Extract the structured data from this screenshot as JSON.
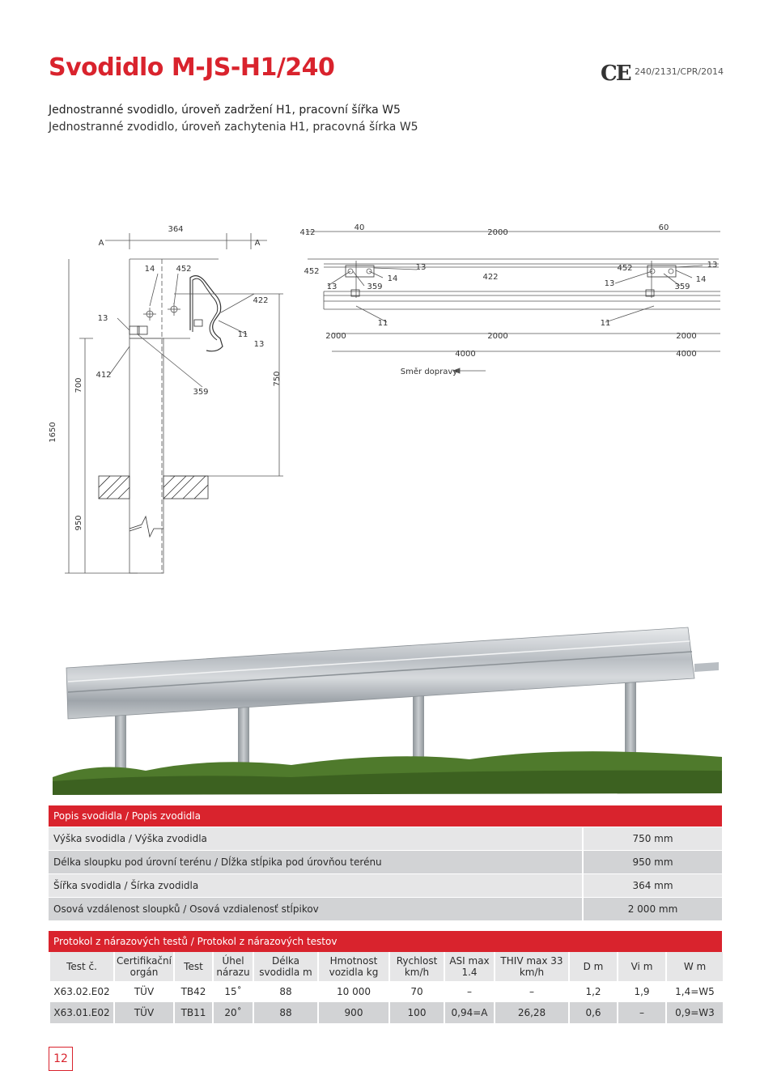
{
  "header": {
    "title": "Svodidlo M-JS-H1/240",
    "ce_mark": "CE",
    "certificate": "240/2131/CPR/2014",
    "subtitle_cz": "Jednostranné svodidlo, úroveň zadržení H1, pracovní šířka W5",
    "subtitle_sk": "Jednostranné zvodidlo, úroveň zachytenia H1, pracovná šírka W5"
  },
  "drawing": {
    "section_a1": "A",
    "section_a2": "A",
    "dim_364": "364",
    "dim_40": "40",
    "dim_2000_top": "2000",
    "dim_60": "60",
    "l_412_top": "412",
    "l_14_a": "14",
    "l_452_a": "452",
    "l_422_a": "422",
    "l_13_a": "13",
    "l_11_a": "11",
    "l_13_b": "13",
    "l_412_b": "412",
    "l_359_a": "359",
    "l_452_b": "452",
    "l_13_c": "13",
    "l_359_b": "359",
    "l_14_b": "14",
    "l_13_d": "13",
    "l_422_b": "422",
    "l_452_c": "452",
    "l_13_e": "13",
    "l_359_c": "359",
    "l_14_c": "14",
    "l_13_f": "13",
    "l_11_b": "11",
    "l_11_c": "11",
    "dim_2000_a": "2000",
    "dim_2000_b": "2000",
    "dim_2000_c": "2000",
    "dim_4000_a": "4000",
    "dim_4000_b": "4000",
    "direction": "Směr dopravy",
    "dim_700": "700",
    "dim_750": "750",
    "dim_1650": "1650",
    "dim_950": "950"
  },
  "description_table": {
    "header": "Popis svodidla / Popis zvodidla",
    "rows": [
      {
        "label": "Výška svodidla  / Výška zvodidla",
        "value": "750 mm"
      },
      {
        "label": "Délka sloupku pod úrovní terénu / Dĺžka stĺpika pod úrovňou terénu",
        "value": "950 mm"
      },
      {
        "label": "Šířka svodidla / Šírka zvodidla",
        "value": "364 mm"
      },
      {
        "label": "Osová vzdálenost sloupků / Osová vzdialenosť stĺpikov",
        "value": "2 000 mm"
      }
    ]
  },
  "protocol_table": {
    "header": "Protokol z nárazových testů / Protokol z nárazových testov",
    "columns": [
      "Test č.",
      "Certifikační orgán",
      "Test",
      "Úhel nárazu",
      "Délka svodidla m",
      "Hmotnost vozidla kg",
      "Rychlost km/h",
      "ASI max 1.4",
      "THIV max 33 km/h",
      "D m",
      "Vi m",
      "W m"
    ],
    "rows": [
      [
        "X63.02.E02",
        "TÜV",
        "TB42",
        "15˚",
        "88",
        "10 000",
        "70",
        "–",
        "–",
        "1,2",
        "1,9",
        "1,4=W5"
      ],
      [
        "X63.01.E02",
        "TÜV",
        "TB11",
        "20˚",
        "88",
        "900",
        "100",
        "0,94=A",
        "26,28",
        "0,6",
        "–",
        "0,9=W3"
      ]
    ]
  },
  "page_number": "12",
  "colors": {
    "accent": "#d9232d",
    "row_light": "#e6e6e7",
    "row_dark": "#d2d3d5"
  }
}
